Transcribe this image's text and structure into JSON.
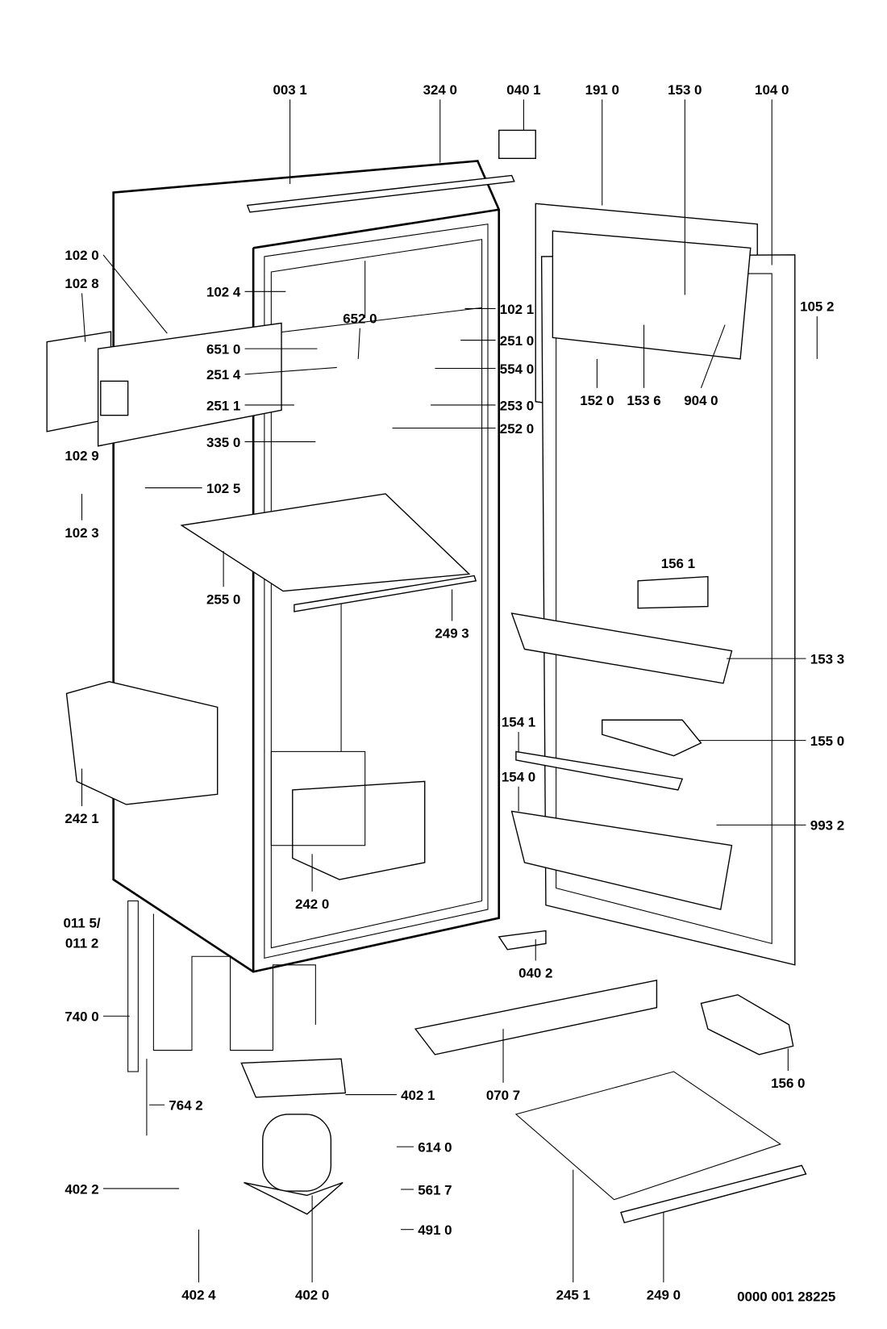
{
  "diagram": {
    "labels": [
      "003 1",
      "324 0",
      "040 1",
      "191 0",
      "153 0",
      "104 0",
      "102 0",
      "102 8",
      "102 4",
      "102 1",
      "652 0",
      "651 0",
      "251 0",
      "251 4",
      "554 0",
      "251 1",
      "253 0",
      "252 0",
      "335 0",
      "102 9",
      "102 5",
      "102 3",
      "255 0",
      "249 3",
      "152 0",
      "153 6",
      "904 0",
      "105 2",
      "156 1",
      "153 3",
      "154 1",
      "155 0",
      "154 0",
      "993 2",
      "242 1",
      "011 5/",
      "011 2",
      "242 0",
      "040 2",
      "740 0",
      "070 7",
      "156 0",
      "764 2",
      "402 1",
      "614 0",
      "402 2",
      "561 7",
      "491 0",
      "402 4",
      "402 0",
      "245 1",
      "249 0"
    ],
    "drawing_number": "0000 001 28225"
  }
}
